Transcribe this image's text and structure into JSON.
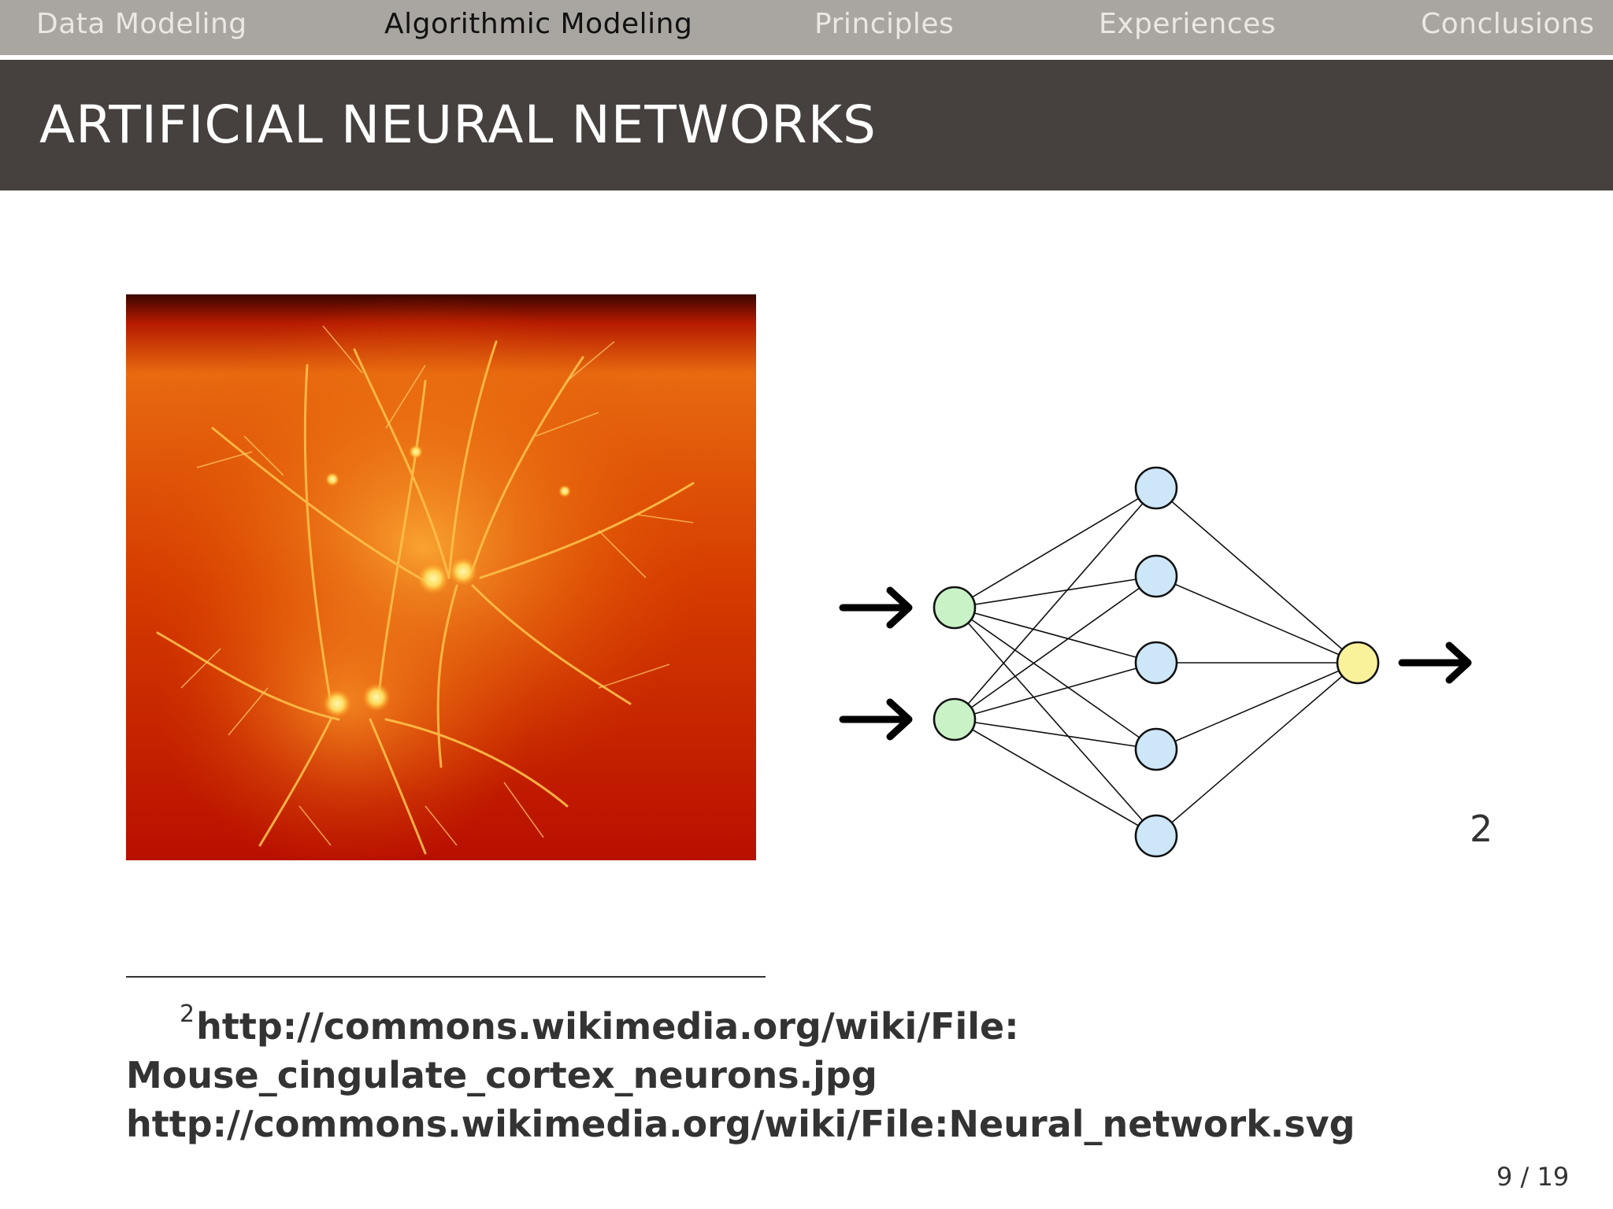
{
  "nav": {
    "items": [
      {
        "label": "Data Modeling",
        "active": false
      },
      {
        "label": "Algorithmic Modeling",
        "active": true
      },
      {
        "label": "Principles",
        "active": false
      },
      {
        "label": "Experiences",
        "active": false
      },
      {
        "label": "Conclusions",
        "active": false
      }
    ]
  },
  "slide": {
    "title": "ARTIFICIAL NEURAL NETWORKS",
    "footnote_marker": "2",
    "footnote": {
      "number": "2",
      "line1": "http://commons.wikimedia.org/wiki/File:",
      "line2": "Mouse_cingulate_cortex_neurons.jpg",
      "line3": "http://commons.wikimedia.org/wiki/File:Neural_network.svg"
    },
    "page": {
      "current": "9",
      "separator": " / ",
      "total": "19"
    }
  },
  "colors": {
    "nav_bg": "#a9a5a0",
    "title_bg": "#46413e",
    "input_node": "#c9f2c7",
    "hidden_node": "#cde6f8",
    "output_node": "#faf29a"
  },
  "icons": {
    "input_arrow": "right-arrow-icon",
    "output_arrow": "right-arrow-icon"
  }
}
